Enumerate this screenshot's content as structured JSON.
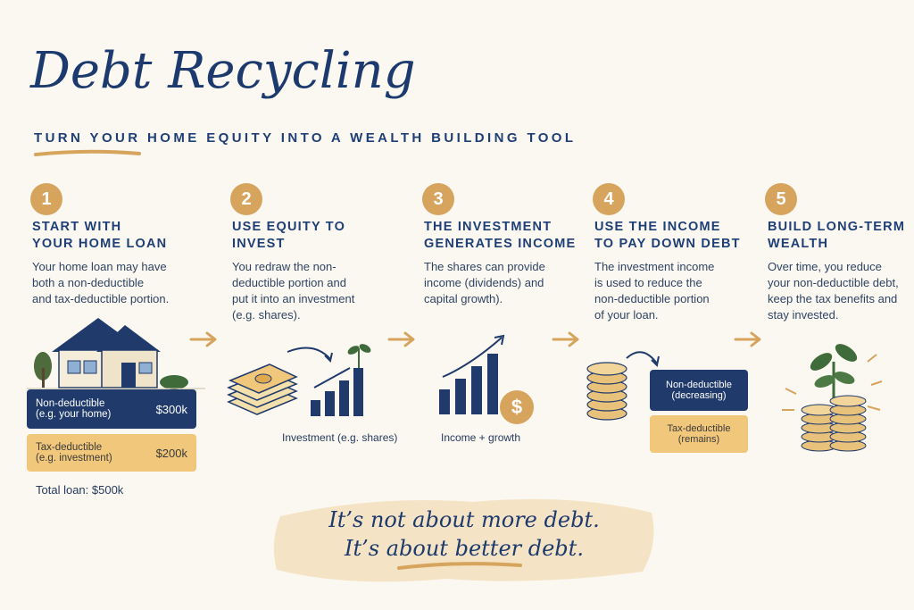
{
  "title": "Debt Recycling",
  "subtitle": "TURN YOUR HOME EQUITY INTO A WEALTH BUILDING TOOL",
  "colors": {
    "navy": "#1f3a6b",
    "gold": "#d7a45d",
    "sand": "#f1c77b",
    "background": "#fbf8f1"
  },
  "steps": [
    {
      "number": "1",
      "heading": "START WITH\nYOUR HOME LOAN",
      "description": "Your home loan may have\nboth a non-deductible\nand tax-deductible portion."
    },
    {
      "number": "2",
      "heading": "USE EQUITY TO\nINVEST",
      "description": "You redraw the non-\ndeductible portion and\nput it into an investment\n(e.g. shares)."
    },
    {
      "number": "3",
      "heading": "THE INVESTMENT\nGENERATES INCOME",
      "description": "The shares can provide\nincome (dividends) and\ncapital growth)."
    },
    {
      "number": "4",
      "heading": "USE THE INCOME\nTO PAY DOWN DEBT",
      "description": "The investment income\nis used to reduce the\nnon-deductible portion\nof your loan."
    },
    {
      "number": "5",
      "heading": "BUILD LONG-TERM\nWEALTH",
      "description": "Over time, you reduce\nyour non-deductible debt,\nkeep the tax benefits and\nstay invested."
    }
  ],
  "loan": {
    "nondeductible_label": "Non-deductible",
    "nondeductible_note": "(e.g. your home)",
    "nondeductible_amount": "$300k",
    "deductible_label": "Tax-deductible",
    "deductible_note": "(e.g. investment)",
    "deductible_amount": "$200k",
    "total": "Total loan: $500k"
  },
  "investment_caption": "Investment (e.g. shares)",
  "income_caption": "Income + growth",
  "dollar_symbol": "$",
  "paydown": {
    "nondeductible_label": "Non-deductible",
    "nondeductible_note": "(decreasing)",
    "deductible_label": "Tax-deductible",
    "deductible_note": "(remains)"
  },
  "quote": "It’s not about more debt.\nIt’s about better debt."
}
